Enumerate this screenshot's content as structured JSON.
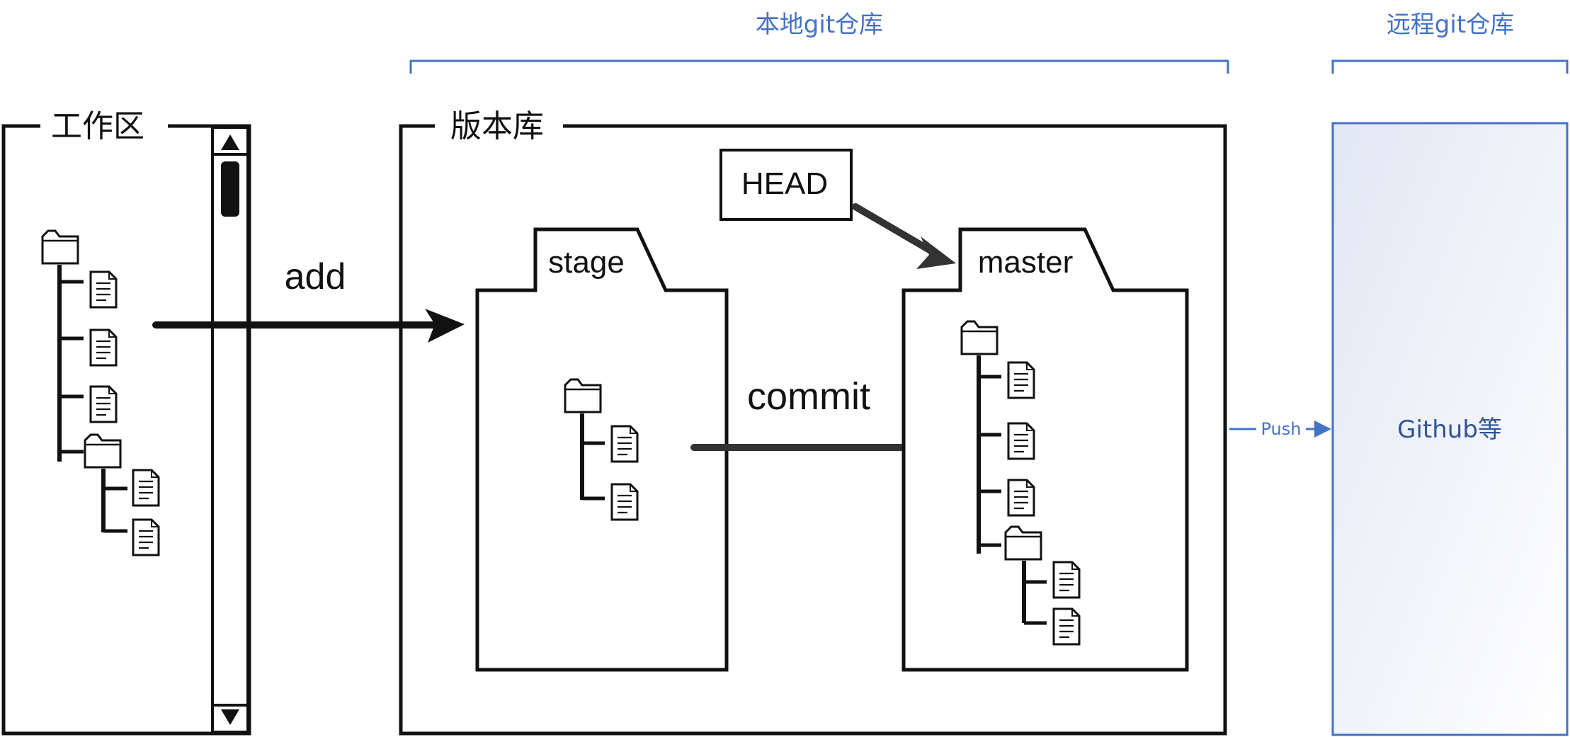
{
  "headers": {
    "local_repo": "本地git仓库",
    "remote_repo": "远程git仓库"
  },
  "workspace": {
    "title": "工作区"
  },
  "repository": {
    "title": "版本库"
  },
  "labels": {
    "add": "add",
    "commit": "commit",
    "head": "HEAD",
    "stage": "stage",
    "master": "master",
    "push": "Push",
    "remote": "Github等"
  },
  "colors": {
    "accent_blue": "#4472C4",
    "ink": "#111111",
    "remote_fill_light": "#ffffff",
    "remote_fill_dark": "#e6e9f5"
  }
}
